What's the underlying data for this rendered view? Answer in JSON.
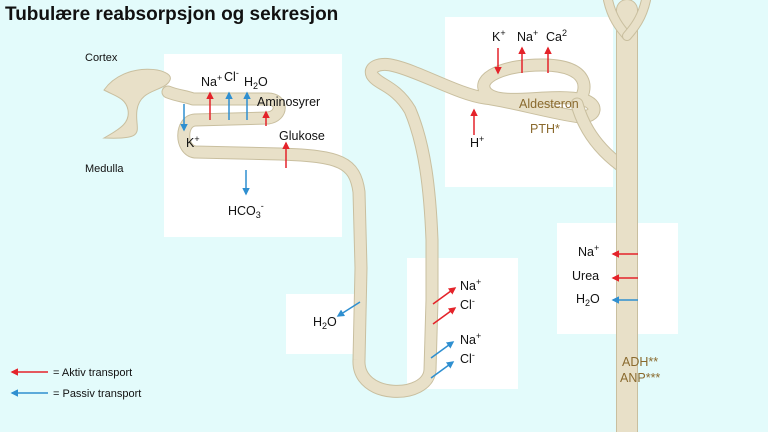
{
  "title": "Tubulære reabsorpsjon og sekresjon",
  "regions": {
    "cortex": "Cortex",
    "medulla": "Medulla"
  },
  "proximal": {
    "na": "Na",
    "na_sup": "+",
    "cl": "Cl",
    "cl_sup": "-",
    "h2o_a": "H",
    "h2o_b": "2",
    "h2o_c": "O",
    "amino": "Aminosyrer",
    "glucose": "Glukose",
    "k": "K",
    "k_sup": "+",
    "hco3_a": "HCO",
    "hco3_b": "3",
    "hco3_c": "-"
  },
  "descending": {
    "h2o_a": "H",
    "h2o_b": "2",
    "h2o_c": "O"
  },
  "ascending": {
    "na1": "Na",
    "na1_sup": "+",
    "cl1": "Cl",
    "cl1_sup": "-",
    "na2": "Na",
    "na2_sup": "+",
    "cl2": "Cl",
    "cl2_sup": "-"
  },
  "distal": {
    "k": "K",
    "k_sup": "+",
    "na": "Na",
    "na_sup": "+",
    "ca": "Ca",
    "ca_sup": "2",
    "h": "H",
    "h_sup": "+",
    "aldosterone": "Aldesteron",
    "pth": "PTH*"
  },
  "collecting": {
    "na": "Na",
    "na_sup": "+",
    "urea": "Urea",
    "h2o_a": "H",
    "h2o_b": "2",
    "h2o_c": "O",
    "adh": "ADH**",
    "anp": "ANP***"
  },
  "legend": {
    "active": "= Aktiv transport",
    "passive": "= Passiv transport"
  },
  "colors": {
    "active": "#e4232a",
    "passive": "#2f8fd0",
    "hormone": "#8a6a2e",
    "tube": "#e8e0c8"
  }
}
